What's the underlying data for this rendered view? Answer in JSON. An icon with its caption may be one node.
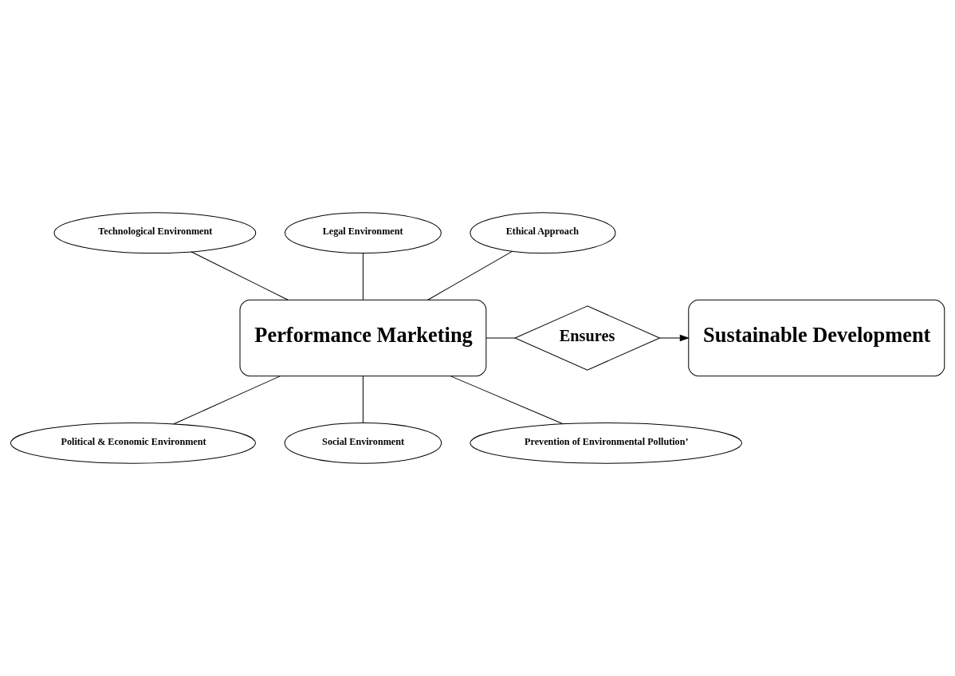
{
  "diagram": {
    "nodes": [
      {
        "text": [
          "Technological Environment"
        ]
      },
      {
        "text": [
          "Legal Environment"
        ]
      },
      {
        "text": [
          "Ethical Approach"
        ]
      },
      {
        "text": [
          "Performance Marketing"
        ]
      },
      {
        "text": [
          "Ensures"
        ]
      },
      {
        "text": [
          "Sustainable Development"
        ]
      },
      {
        "text": [
          "Political & Economic Environment"
        ]
      },
      {
        "text": [
          "Social Environment"
        ]
      },
      {
        "text": [
          "Prevention of Environmental Pollution’"
        ]
      }
    ],
    "edges": [
      {
        "from": 1,
        "to": 3,
        "arrow": "none"
      },
      {
        "from": 0,
        "to": 3,
        "arrow": "none"
      },
      {
        "from": 2,
        "to": 3,
        "arrow": "none"
      },
      {
        "from": 3,
        "to": 4,
        "arrow": "none"
      },
      {
        "from": 4,
        "to": 5,
        "arrow": "to"
      },
      {
        "from": 3,
        "to": 6,
        "arrow": "none"
      },
      {
        "from": 3,
        "to": 8,
        "arrow": "none"
      },
      {
        "from": 3,
        "to": 7,
        "arrow": "none"
      }
    ]
  }
}
